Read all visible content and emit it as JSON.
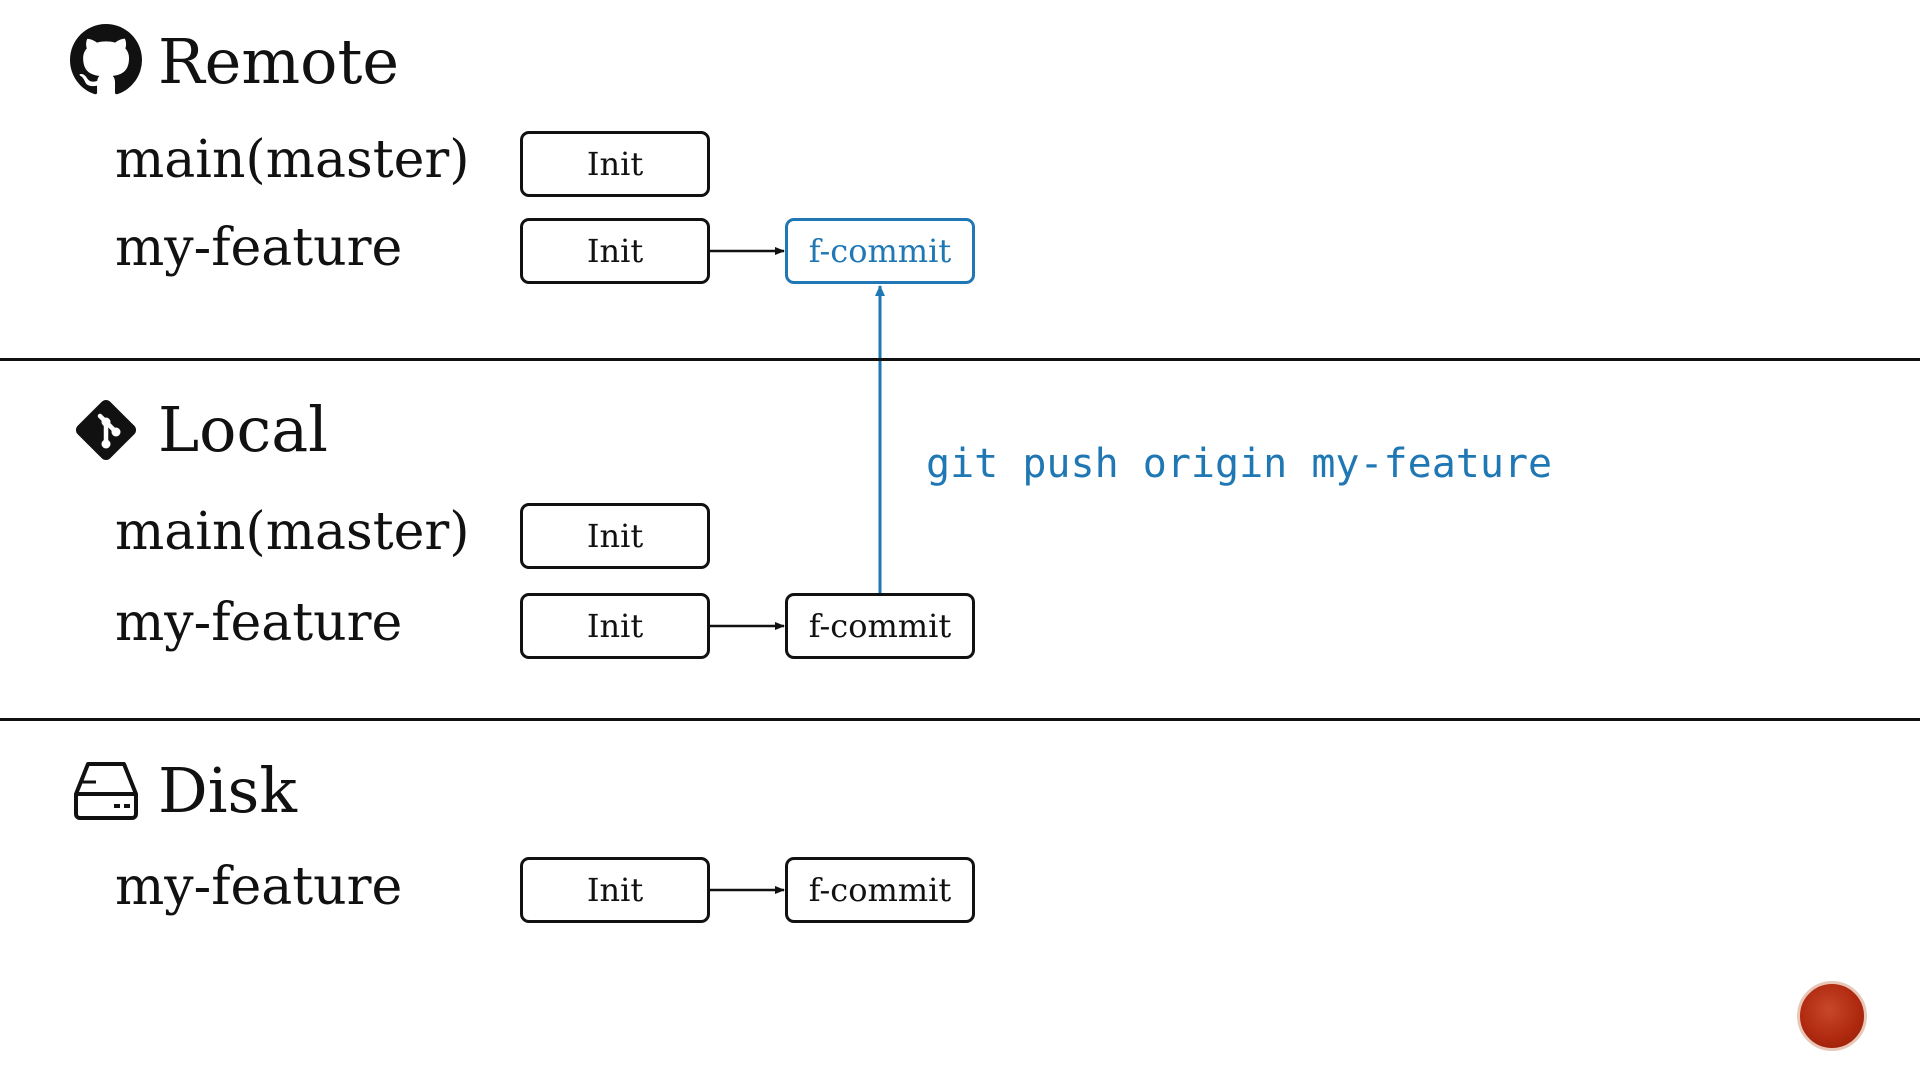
{
  "colors": {
    "accent": "#1f77b4",
    "ink": "#111111",
    "badge": "#b02a10"
  },
  "sections": {
    "remote": {
      "title": "Remote",
      "icon": "github-icon",
      "branches": [
        {
          "label": "main(master)",
          "commits": [
            "Init"
          ]
        },
        {
          "label": "my-feature",
          "commits": [
            "Init",
            "f-commit"
          ]
        }
      ]
    },
    "local": {
      "title": "Local",
      "icon": "git-icon",
      "branches": [
        {
          "label": "main(master)",
          "commits": [
            "Init"
          ]
        },
        {
          "label": "my-feature",
          "commits": [
            "Init",
            "f-commit"
          ]
        }
      ]
    },
    "disk": {
      "title": "Disk",
      "icon": "hard-drive-icon",
      "branches": [
        {
          "label": "my-feature",
          "commits": [
            "Init",
            "f-commit"
          ]
        }
      ]
    }
  },
  "command": "git push origin my-feature",
  "badge_icon": "slide-badge-icon"
}
